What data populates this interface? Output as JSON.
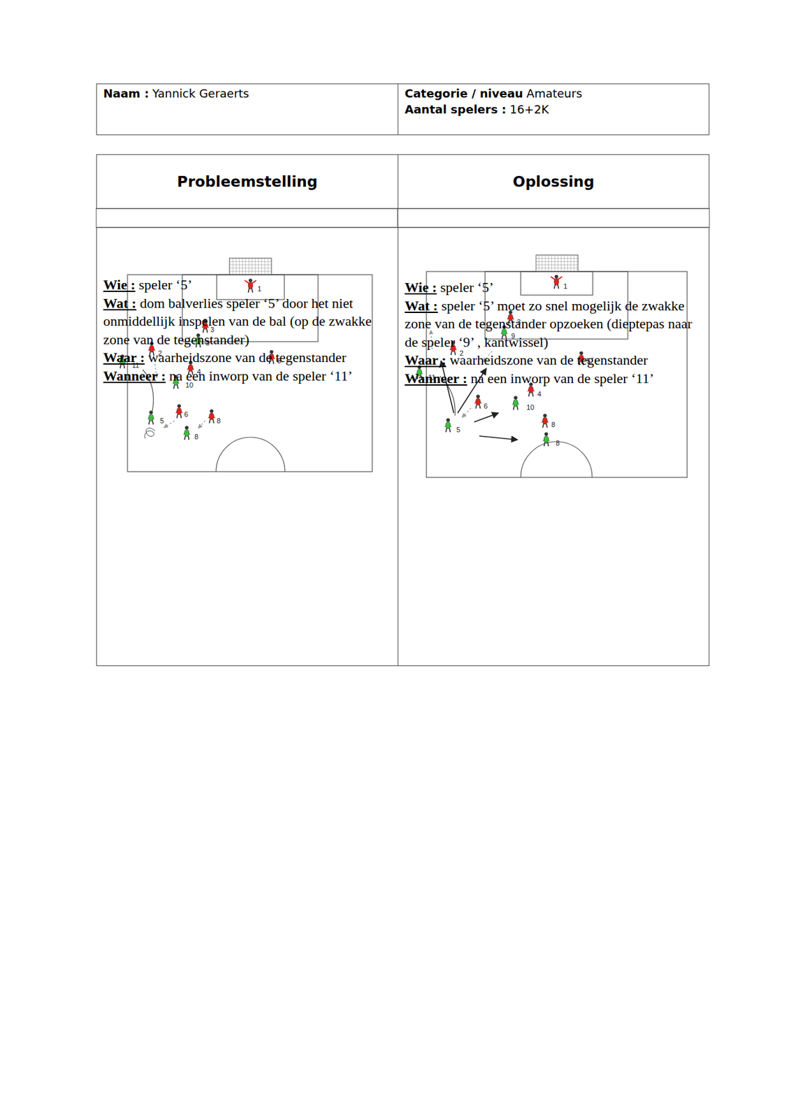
{
  "diagram": {
    "nodes": [
      {
        "text": [
          "Naam :",
          "Yannick Geraerts"
        ]
      },
      {
        "text": [
          "Categorie / niveau",
          "Amateurs",
          "Aantal spelers :",
          "16+2K"
        ]
      },
      {
        "text": [
          "Probleemstelling"
        ]
      },
      {
        "text": [
          "Oplossing"
        ]
      },
      {
        "text": [
          "Wie :",
          "speler ‘5’",
          "Wat :",
          "dom balverlies speler ‘5’ door het niet onmiddellijk inspelen van de bal (op de zwakke zone van de tegenstander)",
          "Waar :",
          "waarheidszone van de tegenstander",
          "Wanneer :",
          "na een inworp van de speler ‘11’"
        ]
      },
      {
        "text": [
          "Wie :",
          "speler ‘5’",
          "Wat :",
          "speler ‘5’ moet zo snel mogelijk de zwakke zone van de tegenstander opzoeken (dieptepas naar de speler ‘9’ , kantwissel)",
          "Waar :",
          "waarheidszone van de tegenstander",
          "Wanneer :",
          "na een inworp van de speler ‘11’"
        ]
      }
    ],
    "labels": [
      "1",
      "3",
      "9",
      "2",
      "11",
      "4",
      "5",
      "10",
      "5",
      "6",
      "8",
      "8",
      "1",
      "3",
      "9",
      "2",
      "11",
      "5",
      "6",
      "4",
      "10",
      "5",
      "8",
      "8"
    ]
  }
}
